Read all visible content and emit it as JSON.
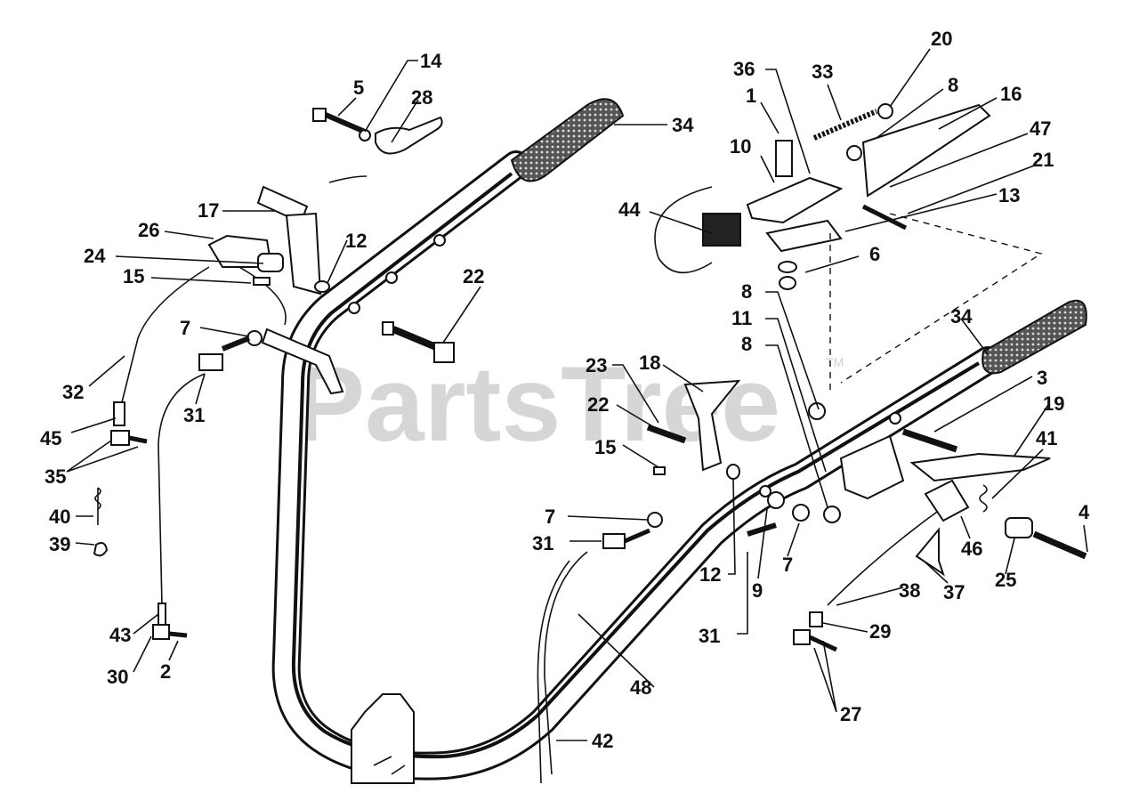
{
  "watermark": {
    "text": "PartsTree",
    "mark": "TM"
  },
  "labels": [
    {
      "id": "l5",
      "text": "5"
    },
    {
      "id": "l14",
      "text": "14"
    },
    {
      "id": "l28",
      "text": "28"
    },
    {
      "id": "l34a",
      "text": "34"
    },
    {
      "id": "l36",
      "text": "36"
    },
    {
      "id": "l33",
      "text": "33"
    },
    {
      "id": "l20",
      "text": "20"
    },
    {
      "id": "l8a",
      "text": "8"
    },
    {
      "id": "l16",
      "text": "16"
    },
    {
      "id": "l1",
      "text": "1"
    },
    {
      "id": "l10",
      "text": "10"
    },
    {
      "id": "l47",
      "text": "47"
    },
    {
      "id": "l21",
      "text": "21"
    },
    {
      "id": "l13",
      "text": "13"
    },
    {
      "id": "l44",
      "text": "44"
    },
    {
      "id": "l6",
      "text": "6"
    },
    {
      "id": "l17",
      "text": "17"
    },
    {
      "id": "l26",
      "text": "26"
    },
    {
      "id": "l12a",
      "text": "12"
    },
    {
      "id": "l24",
      "text": "24"
    },
    {
      "id": "l15a",
      "text": "15"
    },
    {
      "id": "l22a",
      "text": "22"
    },
    {
      "id": "l8b",
      "text": "8"
    },
    {
      "id": "l11",
      "text": "11"
    },
    {
      "id": "l8c",
      "text": "8"
    },
    {
      "id": "l34b",
      "text": "34"
    },
    {
      "id": "l7a",
      "text": "7"
    },
    {
      "id": "l32",
      "text": "32"
    },
    {
      "id": "l31a",
      "text": "31"
    },
    {
      "id": "l45",
      "text": "45"
    },
    {
      "id": "l35",
      "text": "35"
    },
    {
      "id": "l23",
      "text": "23"
    },
    {
      "id": "l18",
      "text": "18"
    },
    {
      "id": "l22b",
      "text": "22"
    },
    {
      "id": "l3",
      "text": "3"
    },
    {
      "id": "l19",
      "text": "19"
    },
    {
      "id": "l15b",
      "text": "15"
    },
    {
      "id": "l41",
      "text": "41"
    },
    {
      "id": "l40",
      "text": "40"
    },
    {
      "id": "l39",
      "text": "39"
    },
    {
      "id": "l7b",
      "text": "7"
    },
    {
      "id": "l31b",
      "text": "31"
    },
    {
      "id": "l4",
      "text": "4"
    },
    {
      "id": "l46",
      "text": "46"
    },
    {
      "id": "l12b",
      "text": "12"
    },
    {
      "id": "l7c",
      "text": "7"
    },
    {
      "id": "l9",
      "text": "9"
    },
    {
      "id": "l37",
      "text": "37"
    },
    {
      "id": "l25",
      "text": "25"
    },
    {
      "id": "l38",
      "text": "38"
    },
    {
      "id": "l43",
      "text": "43"
    },
    {
      "id": "l29",
      "text": "29"
    },
    {
      "id": "l30",
      "text": "30"
    },
    {
      "id": "l2",
      "text": "2"
    },
    {
      "id": "l31c",
      "text": "31"
    },
    {
      "id": "l48",
      "text": "48"
    },
    {
      "id": "l27",
      "text": "27"
    },
    {
      "id": "l42",
      "text": "42"
    }
  ]
}
